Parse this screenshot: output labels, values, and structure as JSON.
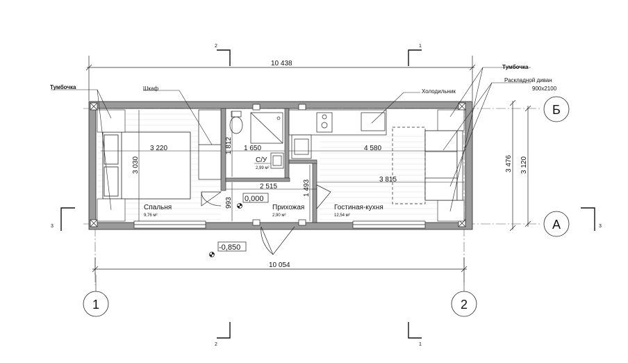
{
  "dimensions": {
    "total_top": "10 438",
    "total_bottom": "10 054",
    "bedroom_width": "3 220",
    "bedroom_depth": "3 030",
    "bathroom_width": "1 650",
    "bathroom_depth": "1 812",
    "hall_width": "2 515",
    "hall_depth": "993",
    "hall_height_right": "1 493",
    "living_width": "4 580",
    "living_inner": "3 815",
    "height_outer": "3 476",
    "height_inner": "3 120"
  },
  "rooms": {
    "bedroom": {
      "name": "Спальня",
      "area": "9,76 м²"
    },
    "hall": {
      "name": "Прихожая",
      "area": "2,90 м²"
    },
    "living": {
      "name": "Гостиная-кухня",
      "area": "12,54 м²"
    },
    "bathroom": {
      "name": "С/У",
      "area": "2,99 м²"
    }
  },
  "labels": {
    "nightstand_left": "Тумбочка",
    "nightstand_right": "Тумбочка",
    "wardrobe": "Шкаф",
    "fridge": "Холодильник",
    "sofa": "Раскладной диван",
    "sofa_size": "900x2100"
  },
  "levels": {
    "floor": "0,000",
    "ground": "-0,850"
  },
  "axes": {
    "col_1": "1",
    "col_2": "2",
    "row_a": "А",
    "row_b": "Б"
  },
  "sections": {
    "s2_top": "2",
    "s1_top": "1",
    "s2_bottom": "2",
    "s1_bottom": "1",
    "s3_left": "3",
    "s3_right": "3"
  }
}
